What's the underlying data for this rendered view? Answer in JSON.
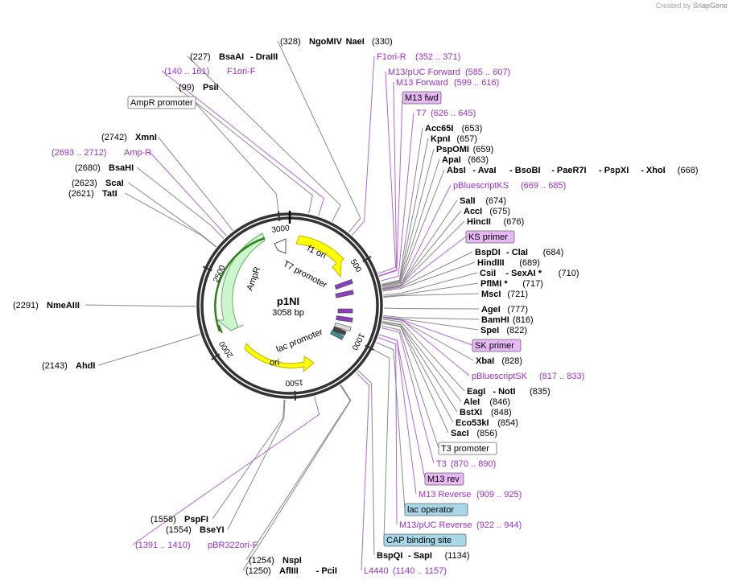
{
  "plasmid": {
    "name": "p1NI",
    "size": "3058 bp"
  },
  "credit": {
    "prefix": "Created by",
    "brand": "SnapGene"
  },
  "ticks": [
    "500",
    "1000",
    "1500",
    "2000",
    "2500",
    "3000"
  ],
  "features": {
    "f1ori": "f1 ori",
    "t7promoter": "T7 promoter",
    "ampr": "AmpR",
    "lacpromoter": "lac promoter",
    "ori": "ori"
  },
  "labels": [
    {
      "id": "ngomiv",
      "bp": 330,
      "parts": [
        [
          "(328)",
          "pos"
        ],
        [
          "NgoMIV",
          "enz"
        ],
        [
          "NaeI",
          "enz"
        ],
        [
          "(330)",
          "pos"
        ]
      ]
    },
    {
      "id": "bsaai",
      "bp": 227,
      "parts": [
        [
          "(227)",
          "pos"
        ],
        [
          "BsaAI",
          "enz"
        ],
        [
          "- DraIII",
          "enz"
        ]
      ]
    },
    {
      "id": "f1orir",
      "bp": 352,
      "parts": [
        [
          "F1ori-R",
          "prim"
        ],
        [
          "(352 .. 371)",
          "prim"
        ]
      ]
    },
    {
      "id": "f1orif",
      "bp": 150,
      "parts": [
        [
          "(140 .. 161)",
          "prim"
        ],
        [
          "F1ori-F",
          "prim"
        ]
      ]
    },
    {
      "id": "m13pucfwd",
      "bp": 595,
      "parts": [
        [
          "M13/pUC Forward",
          "prim"
        ],
        [
          "(585 .. 607)",
          "prim"
        ]
      ]
    },
    {
      "id": "psii",
      "bp": 99,
      "parts": [
        [
          "(99)",
          "pos"
        ],
        [
          "PsiI",
          "enz"
        ]
      ]
    },
    {
      "id": "m13fwd",
      "bp": 607,
      "parts": [
        [
          "M13 Forward",
          "prim"
        ],
        [
          "(599 .. 616)",
          "prim"
        ]
      ]
    },
    {
      "id": "ampprom",
      "bp": 3000,
      "parts": [
        [
          "AmpR promoter",
          "box"
        ]
      ]
    },
    {
      "id": "m13fwdbox",
      "bp": 610,
      "parts": [
        [
          "M13 fwd",
          "pbox"
        ]
      ]
    },
    {
      "id": "t7",
      "bp": 635,
      "parts": [
        [
          "T7",
          "prim"
        ],
        [
          "(626 .. 645)",
          "prim"
        ]
      ]
    },
    {
      "id": "acc65i",
      "bp": 653,
      "parts": [
        [
          "Acc65I",
          "enz"
        ],
        [
          "(653)",
          "pos"
        ]
      ]
    },
    {
      "id": "xmni",
      "bp": 2742,
      "parts": [
        [
          "(2742)",
          "pos"
        ],
        [
          "XmnI",
          "enz"
        ]
      ]
    },
    {
      "id": "kpni",
      "bp": 657,
      "parts": [
        [
          "KpnI",
          "enz"
        ],
        [
          "(657)",
          "pos"
        ]
      ]
    },
    {
      "id": "ampr",
      "bp": 2700,
      "parts": [
        [
          "(2693 .. 2712)",
          "prim"
        ],
        [
          "Amp-R",
          "prim"
        ]
      ]
    },
    {
      "id": "pspomi",
      "bp": 659,
      "parts": [
        [
          "PspOMI",
          "enz"
        ],
        [
          "(659)",
          "pos"
        ]
      ]
    },
    {
      "id": "apai",
      "bp": 663,
      "parts": [
        [
          "ApaI",
          "enz"
        ],
        [
          "(663)",
          "pos"
        ]
      ]
    },
    {
      "id": "bsahi",
      "bp": 2680,
      "parts": [
        [
          "(2680)",
          "pos"
        ],
        [
          "BsaHI",
          "enz"
        ]
      ]
    },
    {
      "id": "absi",
      "bp": 668,
      "parts": [
        [
          "AbsI",
          "enz"
        ],
        [
          "- AvaI",
          "enz"
        ],
        [
          "- BsoBI",
          "enz"
        ],
        [
          "- PaeR7I",
          "enz"
        ],
        [
          "- PspXI",
          "enz"
        ],
        [
          "- XhoI",
          "enz"
        ],
        [
          "(668)",
          "pos"
        ]
      ]
    },
    {
      "id": "scai",
      "bp": 2623,
      "parts": [
        [
          "(2623)",
          "pos"
        ],
        [
          "ScaI",
          "enz"
        ]
      ]
    },
    {
      "id": "pbluks",
      "bp": 677,
      "parts": [
        [
          "pBluescriptKS",
          "prim"
        ],
        [
          "(669 .. 685)",
          "prim"
        ]
      ]
    },
    {
      "id": "tati",
      "bp": 2621,
      "parts": [
        [
          "(2621)",
          "pos"
        ],
        [
          "TatI",
          "enz"
        ]
      ]
    },
    {
      "id": "sali",
      "bp": 674,
      "parts": [
        [
          "SalI",
          "enz"
        ],
        [
          "(674)",
          "pos"
        ]
      ]
    },
    {
      "id": "acci",
      "bp": 675,
      "parts": [
        [
          "AccI",
          "enz"
        ],
        [
          "(675)",
          "pos"
        ]
      ]
    },
    {
      "id": "hincii",
      "bp": 676,
      "parts": [
        [
          "HincII",
          "enz"
        ],
        [
          "(676)",
          "pos"
        ]
      ]
    },
    {
      "id": "ksprimer",
      "bp": 680,
      "parts": [
        [
          "KS primer",
          "pbox"
        ]
      ]
    },
    {
      "id": "bspdi",
      "bp": 684,
      "parts": [
        [
          "BspDI",
          "enz"
        ],
        [
          "- ClaI",
          "enz"
        ],
        [
          "(684)",
          "pos"
        ]
      ]
    },
    {
      "id": "hindiii",
      "bp": 689,
      "parts": [
        [
          "HindIII",
          "enz"
        ],
        [
          "(689)",
          "pos"
        ]
      ]
    },
    {
      "id": "csii",
      "bp": 710,
      "parts": [
        [
          "CsiI",
          "enz"
        ],
        [
          "- SexAI *",
          "enz"
        ],
        [
          "(710)",
          "pos"
        ]
      ]
    },
    {
      "id": "pflmi",
      "bp": 717,
      "parts": [
        [
          "PflMI *",
          "enz"
        ],
        [
          "(717)",
          "pos"
        ]
      ]
    },
    {
      "id": "msci",
      "bp": 721,
      "parts": [
        [
          "MscI",
          "enz"
        ],
        [
          "(721)",
          "pos"
        ]
      ]
    },
    {
      "id": "nmeaiii",
      "bp": 2291,
      "parts": [
        [
          "(2291)",
          "pos"
        ],
        [
          "NmeAIII",
          "enz"
        ]
      ]
    },
    {
      "id": "agei",
      "bp": 777,
      "parts": [
        [
          "AgeI",
          "enz"
        ],
        [
          "(777)",
          "pos"
        ]
      ]
    },
    {
      "id": "bamhi",
      "bp": 816,
      "parts": [
        [
          "BamHI",
          "enz"
        ],
        [
          "(816)",
          "pos"
        ]
      ]
    },
    {
      "id": "spei",
      "bp": 822,
      "parts": [
        [
          "SpeI",
          "enz"
        ],
        [
          "(822)",
          "pos"
        ]
      ]
    },
    {
      "id": "skprimer",
      "bp": 825,
      "parts": [
        [
          "SK primer",
          "pbox"
        ]
      ]
    },
    {
      "id": "xbai",
      "bp": 828,
      "parts": [
        [
          "XbaI",
          "enz"
        ],
        [
          "(828)",
          "pos"
        ]
      ]
    },
    {
      "id": "ahdi",
      "bp": 2143,
      "parts": [
        [
          "(2143)",
          "pos"
        ],
        [
          "AhdI",
          "enz"
        ]
      ]
    },
    {
      "id": "pbluesk",
      "bp": 825,
      "parts": [
        [
          "pBluescriptSK",
          "prim"
        ],
        [
          "(817 .. 833)",
          "prim"
        ]
      ]
    },
    {
      "id": "eagi",
      "bp": 835,
      "parts": [
        [
          "EagI",
          "enz"
        ],
        [
          "- NotI",
          "enz"
        ],
        [
          "(835)",
          "pos"
        ]
      ]
    },
    {
      "id": "alei",
      "bp": 846,
      "parts": [
        [
          "AleI",
          "enz"
        ],
        [
          "(846)",
          "pos"
        ]
      ]
    },
    {
      "id": "bstxi",
      "bp": 848,
      "parts": [
        [
          "BstXI",
          "enz"
        ],
        [
          "(848)",
          "pos"
        ]
      ]
    },
    {
      "id": "eco53ki",
      "bp": 854,
      "parts": [
        [
          "Eco53kI",
          "enz"
        ],
        [
          "(854)",
          "pos"
        ]
      ]
    },
    {
      "id": "saci",
      "bp": 856,
      "parts": [
        [
          "SacI",
          "enz"
        ],
        [
          "(856)",
          "pos"
        ]
      ]
    },
    {
      "id": "t3prom",
      "bp": 870,
      "parts": [
        [
          "T3 promoter",
          "box"
        ]
      ]
    },
    {
      "id": "t3",
      "bp": 880,
      "parts": [
        [
          "T3",
          "prim"
        ],
        [
          "(870 .. 890)",
          "prim"
        ]
      ]
    },
    {
      "id": "m13rev",
      "bp": 917,
      "parts": [
        [
          "M13 rev",
          "pbox"
        ]
      ]
    },
    {
      "id": "m13reverse",
      "bp": 917,
      "parts": [
        [
          "M13 Reverse",
          "prim"
        ],
        [
          "(909 .. 925)",
          "prim"
        ]
      ]
    },
    {
      "id": "lacop",
      "bp": 960,
      "parts": [
        [
          "lac operator",
          "cbox"
        ]
      ]
    },
    {
      "id": "pspfi",
      "bp": 1558,
      "parts": [
        [
          "(1558)",
          "pos"
        ],
        [
          "PspFI",
          "enz"
        ]
      ]
    },
    {
      "id": "m13pucrev",
      "bp": 933,
      "parts": [
        [
          "M13/pUC Reverse",
          "prim"
        ],
        [
          "(922 .. 944)",
          "prim"
        ]
      ]
    },
    {
      "id": "bseyi",
      "bp": 1554,
      "parts": [
        [
          "(1554)",
          "pos"
        ],
        [
          "BseYI",
          "enz"
        ]
      ]
    },
    {
      "id": "capsite",
      "bp": 1000,
      "parts": [
        [
          "CAP binding site",
          "cbox"
        ]
      ]
    },
    {
      "id": "pbr322",
      "bp": 1400,
      "parts": [
        [
          "(1391 .. 1410)",
          "prim"
        ],
        [
          "pBR322ori-F",
          "prim"
        ]
      ]
    },
    {
      "id": "bspqi",
      "bp": 1134,
      "parts": [
        [
          "BspQI",
          "enz"
        ],
        [
          "- SapI",
          "enz"
        ],
        [
          "(1134)",
          "pos"
        ]
      ]
    },
    {
      "id": "nspi",
      "bp": 1254,
      "parts": [
        [
          "(1254)",
          "pos"
        ],
        [
          "NspI",
          "enz"
        ]
      ]
    },
    {
      "id": "afliii",
      "bp": 1250,
      "parts": [
        [
          "(1250)",
          "pos"
        ],
        [
          "AflIII",
          "enz"
        ],
        [
          "- PciI",
          "enz"
        ]
      ]
    },
    {
      "id": "l4440",
      "bp": 1148,
      "parts": [
        [
          "L4440",
          "prim"
        ],
        [
          "(1140 .. 1157)",
          "prim"
        ]
      ]
    }
  ]
}
